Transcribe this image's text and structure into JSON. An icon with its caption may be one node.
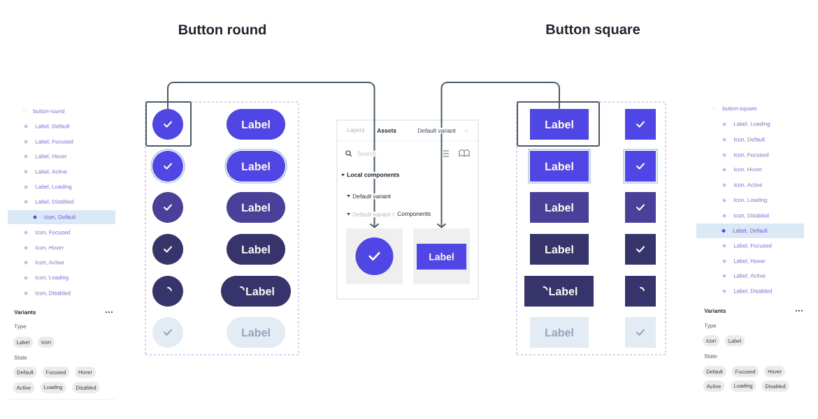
{
  "diagram": {
    "nodes": [
      {
        "text": [],
        "shape": "box"
      },
      {
        "text": [],
        "shape": "circle",
        "in": 0
      },
      {
        "text": [
          "Label"
        ],
        "in": 0
      },
      {
        "text": [],
        "shape": "circle",
        "in": 0
      },
      {
        "text": [
          "Label"
        ],
        "in": 0
      },
      {
        "text": [],
        "shape": "circle",
        "in": 0
      },
      {
        "text": [
          "Label"
        ],
        "in": 0
      },
      {
        "text": [],
        "shape": "circle",
        "in": 0
      },
      {
        "text": [
          "Label"
        ],
        "in": 0
      },
      {
        "text": [],
        "shape": "circle",
        "in": 0
      },
      {
        "text": [
          "Label"
        ],
        "in": 0
      },
      {
        "text": [],
        "shape": "circle",
        "in": 0
      },
      {
        "text": [
          "Label"
        ],
        "in": 0
      },
      {
        "text": [
          "Layers",
          "Assets",
          "Default variant",
          "Search",
          "Local components",
          "Default variant",
          "Default variant /",
          "Components"
        ]
      },
      {
        "text": [],
        "shape": "box",
        "in": 13
      },
      {
        "text": [],
        "shape": "circle",
        "in": 14
      },
      {
        "text": [],
        "shape": "box",
        "in": 13
      },
      {
        "text": [
          "Label"
        ],
        "in": 16
      },
      {
        "text": [],
        "shape": "box"
      },
      {
        "text": [
          "Label"
        ],
        "in": 18
      },
      {
        "text": [],
        "shape": "box",
        "in": 18
      },
      {
        "text": [
          "Label"
        ],
        "in": 18
      },
      {
        "text": [],
        "shape": "box",
        "in": 18
      },
      {
        "text": [
          "Label"
        ],
        "in": 18
      },
      {
        "text": [],
        "shape": "box",
        "in": 18
      },
      {
        "text": [
          "Label"
        ],
        "in": 18
      },
      {
        "text": [],
        "shape": "box",
        "in": 18
      },
      {
        "text": [
          "Label"
        ],
        "in": 18
      },
      {
        "text": [],
        "shape": "box",
        "in": 18
      },
      {
        "text": [
          "Label"
        ],
        "in": 18
      },
      {
        "text": [],
        "shape": "box",
        "in": 18
      },
      {
        "text": [
          "Icon, Default"
        ]
      },
      {
        "text": [
          "Label"
        ]
      },
      {
        "text": [
          "Icon"
        ]
      },
      {
        "text": [
          "Default"
        ]
      },
      {
        "text": [
          "Focused"
        ]
      },
      {
        "text": [
          "Hover"
        ]
      },
      {
        "text": [
          "Active"
        ]
      },
      {
        "text": [
          "Loading"
        ]
      },
      {
        "text": [
          "Disabled"
        ]
      },
      {
        "text": [
          "Label, Default"
        ]
      },
      {
        "text": [
          "Icon"
        ]
      },
      {
        "text": [
          "Label"
        ]
      },
      {
        "text": [
          "Default"
        ]
      },
      {
        "text": [
          "Focused"
        ]
      },
      {
        "text": [
          "Hover"
        ]
      },
      {
        "text": [
          "Active"
        ]
      },
      {
        "text": [
          "Loading"
        ]
      },
      {
        "text": [
          "Disabled"
        ]
      }
    ],
    "edges": [
      {
        "from": 1,
        "to": 14,
        "arrow": "to"
      },
      {
        "from": 19,
        "to": 16,
        "arrow": "to"
      }
    ],
    "labels": [
      "Button round",
      "Button square",
      "button-round",
      "Label, Default",
      "Label, Focused",
      "Label, Hover",
      "Label, Active",
      "Label, Loading",
      "Label, Disabled",
      "Icon, Focused",
      "Icon, Hover",
      "Icon, Active",
      "Icon, Loading",
      "Icon, Disabled",
      "Variants",
      "Type",
      "State",
      "button-square",
      "Label, Loading",
      "Icon, Default",
      "Icon, Focused",
      "Icon, Hover",
      "Icon, Active",
      "Icon, Loading",
      "Icon, Disabled",
      "Label, Focused",
      "Label, Hover",
      "Label, Active",
      "Label, Disabled",
      "Variants",
      "Type",
      "State"
    ]
  }
}
